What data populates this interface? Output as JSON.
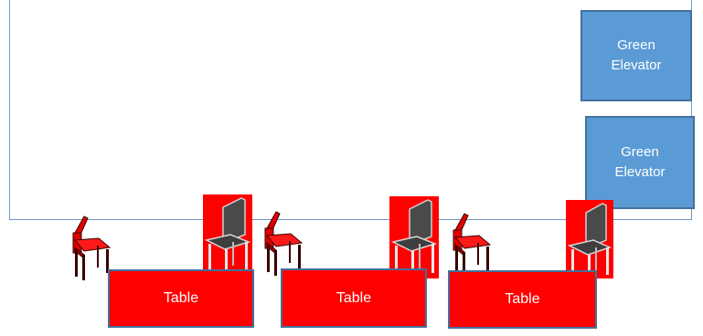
{
  "elevators": [
    {
      "line1": "Green",
      "line2": "Elevator"
    },
    {
      "line1": "Green",
      "line2": "Elevator"
    }
  ],
  "tables": [
    {
      "label": "Table"
    },
    {
      "label": "Table"
    },
    {
      "label": "Table"
    }
  ],
  "colors": {
    "room_border": "#6f98c8",
    "elevator_fill": "#5b9bd5",
    "elevator_border": "#41719c",
    "table_fill": "#ff0000",
    "chair_red": "#e00000",
    "chair_dark": "#4a4a4a"
  }
}
